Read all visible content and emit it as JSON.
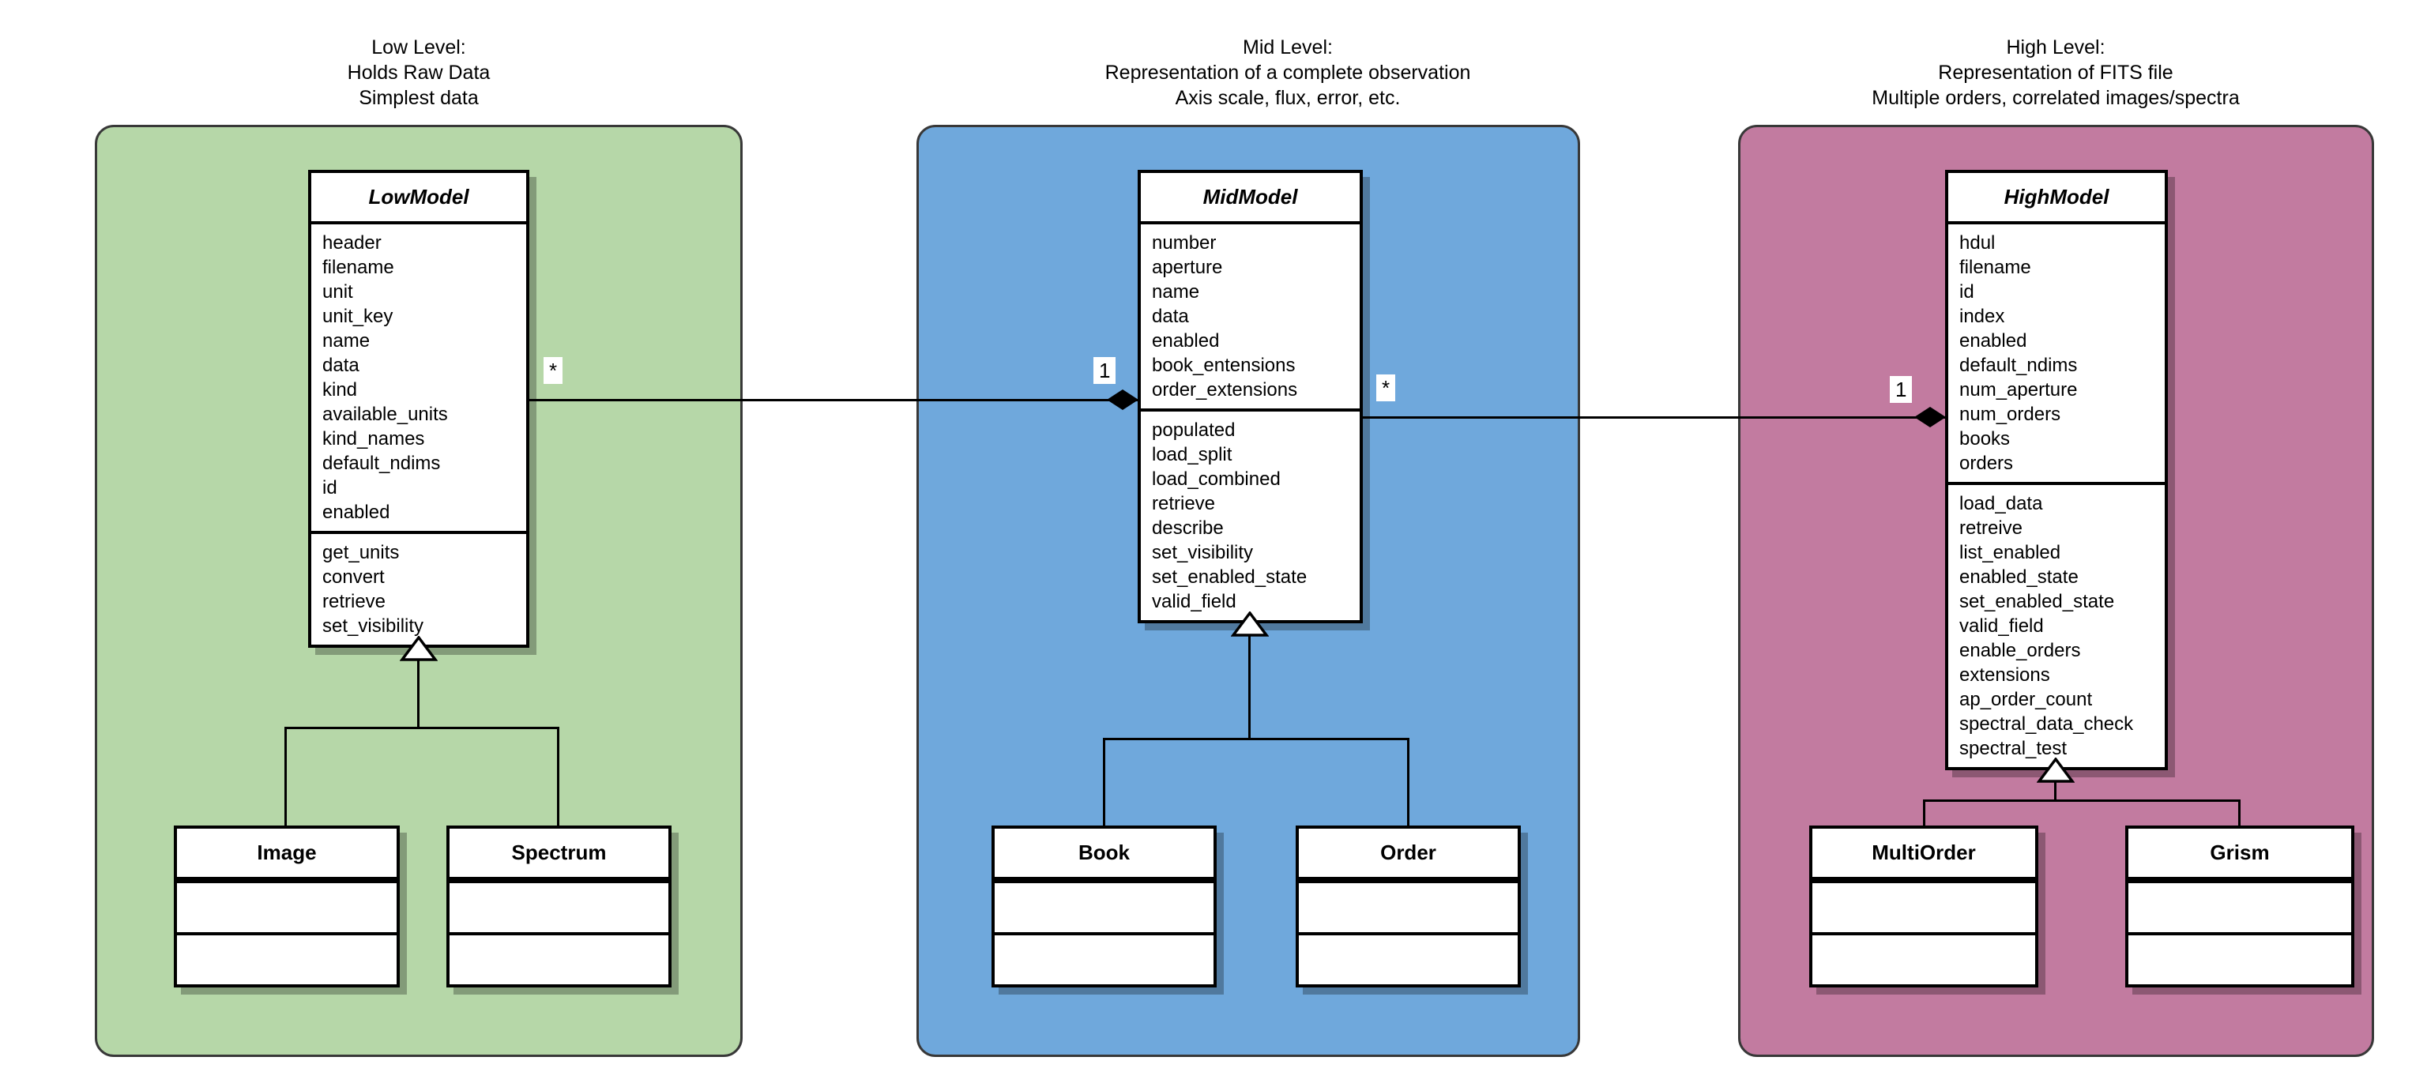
{
  "diagram": {
    "panels": [
      {
        "level": "low",
        "title_lines": [
          "Low Level:",
          "Holds Raw Data",
          "Simplest data"
        ],
        "fill": "#b6d7a8",
        "main_class": {
          "name": "LowModel",
          "attributes": [
            "header",
            "filename",
            "unit",
            "unit_key",
            "name",
            "data",
            "kind",
            "available_units",
            "kind_names",
            "default_ndims",
            "id",
            "enabled"
          ],
          "methods": [
            "get_units",
            "convert",
            "retrieve",
            "set_visibility"
          ]
        },
        "subclasses": [
          "Image",
          "Spectrum"
        ]
      },
      {
        "level": "mid",
        "title_lines": [
          "Mid Level:",
          "Representation of a complete observation",
          "Axis scale, flux, error, etc."
        ],
        "fill": "#6fa8dc",
        "main_class": {
          "name": "MidModel",
          "attributes": [
            "number",
            "aperture",
            "name",
            "data",
            "enabled",
            "book_entensions",
            "order_extensions"
          ],
          "methods": [
            "populated",
            "load_split",
            "load_combined",
            "retrieve",
            "describe",
            "set_visibility",
            "set_enabled_state",
            "valid_field"
          ]
        },
        "subclasses": [
          "Book",
          "Order"
        ]
      },
      {
        "level": "high",
        "title_lines": [
          "High Level:",
          "Representation of FITS file",
          "Multiple orders, correlated images/spectra"
        ],
        "fill": "#c27ba0",
        "main_class": {
          "name": "HighModel",
          "attributes": [
            "hdul",
            "filename",
            "id",
            "index",
            "enabled",
            "default_ndims",
            "num_aperture",
            "num_orders",
            "books",
            "orders"
          ],
          "methods": [
            "load_data",
            "retreive",
            "list_enabled",
            "enabled_state",
            "set_enabled_state",
            "valid_field",
            "enable_orders",
            "extensions",
            "ap_order_count",
            "spectral_data_check",
            "spectral_test"
          ]
        },
        "subclasses": [
          "MultiOrder",
          "Grism"
        ]
      }
    ],
    "connectors": [
      {
        "from": "LowModel",
        "to": "MidModel",
        "from_label": "*",
        "to_label": "1",
        "type": "composition"
      },
      {
        "from": "MidModel",
        "to": "HighModel",
        "from_label": "*",
        "to_label": "1",
        "type": "composition"
      }
    ],
    "colors": {
      "green_panel": "#b6d7a8",
      "blue_panel": "#6fa8dc",
      "magenta_panel": "#c27ba0",
      "panel_border": "#383838",
      "box_border": "#000000",
      "line": "#000000"
    }
  }
}
